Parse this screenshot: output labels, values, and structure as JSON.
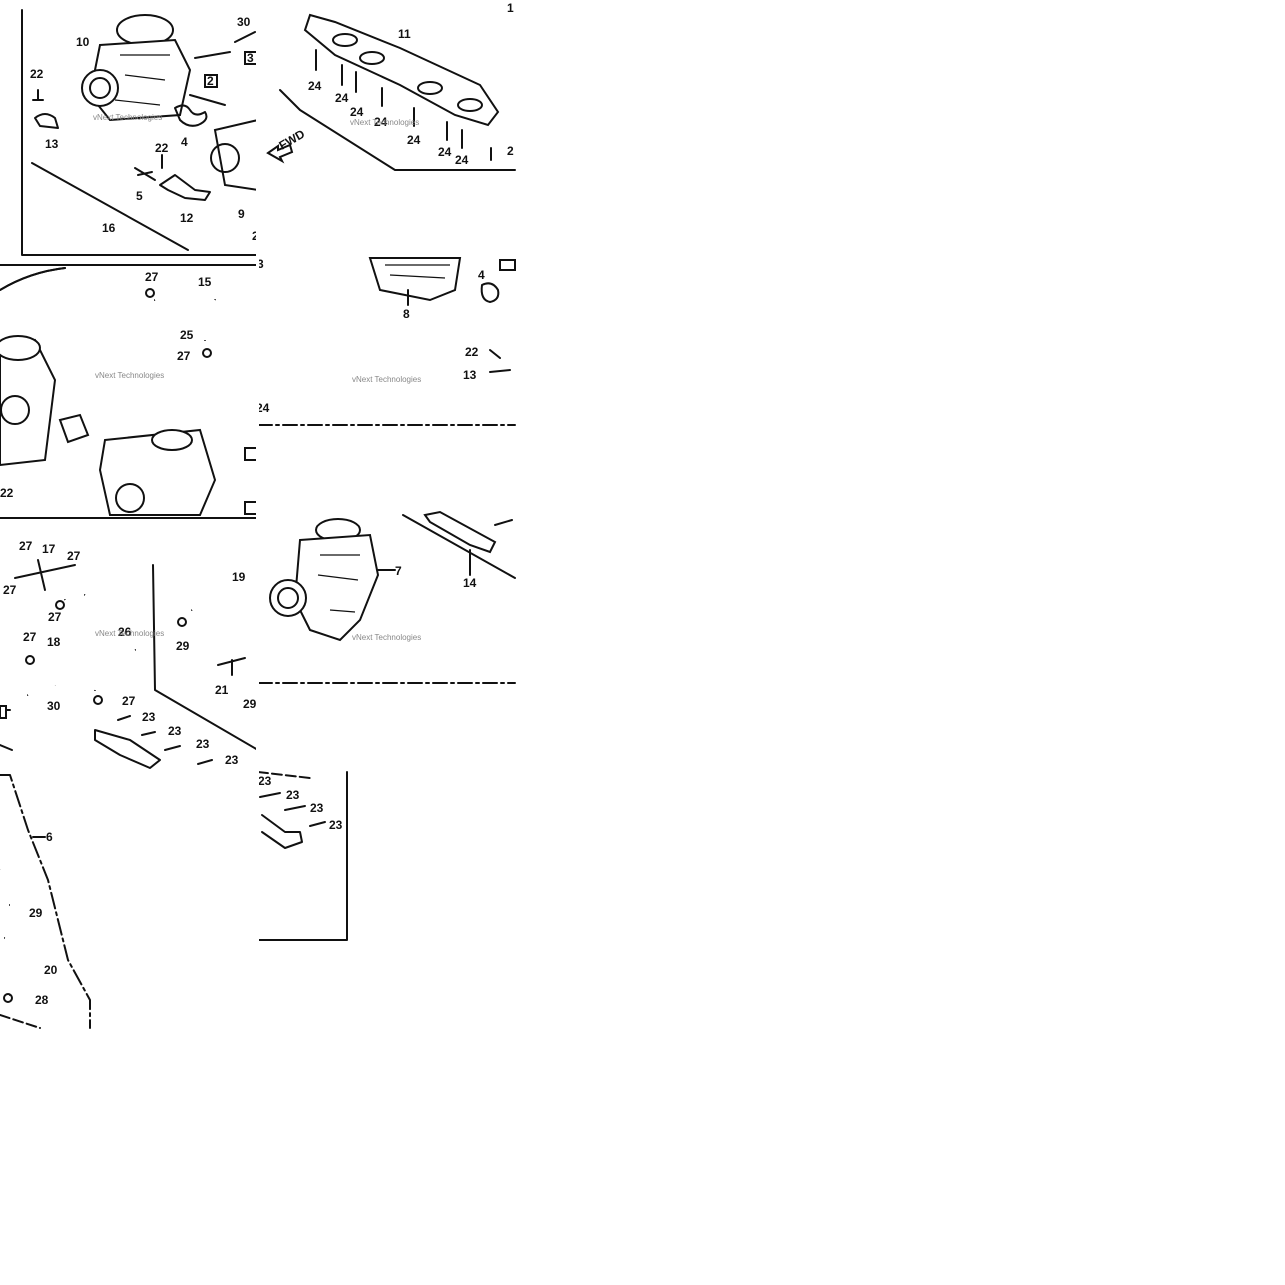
{
  "fwd_label": "FWD",
  "watermark": "vNext Technologies",
  "tiles": [
    {
      "id": "t1",
      "labels": [
        "10",
        "22",
        "13",
        "22",
        "5",
        "4",
        "12",
        "16",
        "9",
        "30",
        "2",
        "3",
        "2"
      ]
    },
    {
      "id": "t2",
      "labels": [
        "11",
        "24",
        "24",
        "24",
        "24",
        "24",
        "24",
        "24",
        "24",
        "2",
        "1"
      ]
    },
    {
      "id": "t3",
      "labels": [
        "27",
        "15",
        "25",
        "27",
        "3",
        "22"
      ]
    },
    {
      "id": "t4",
      "labels": [
        "8",
        "4",
        "22",
        "13",
        "24"
      ]
    },
    {
      "id": "t5",
      "labels": [
        "27",
        "17",
        "27",
        "27",
        "27",
        "18",
        "27",
        "26",
        "30",
        "27",
        "23",
        "23",
        "23",
        "23",
        "19",
        "29",
        "21",
        "29"
      ]
    },
    {
      "id": "t6",
      "labels": [
        "7",
        "14"
      ]
    },
    {
      "id": "t7",
      "labels": [
        "6",
        "29",
        "20",
        "28"
      ]
    },
    {
      "id": "t8",
      "labels": [
        "23",
        "23",
        "23",
        "23"
      ]
    }
  ]
}
